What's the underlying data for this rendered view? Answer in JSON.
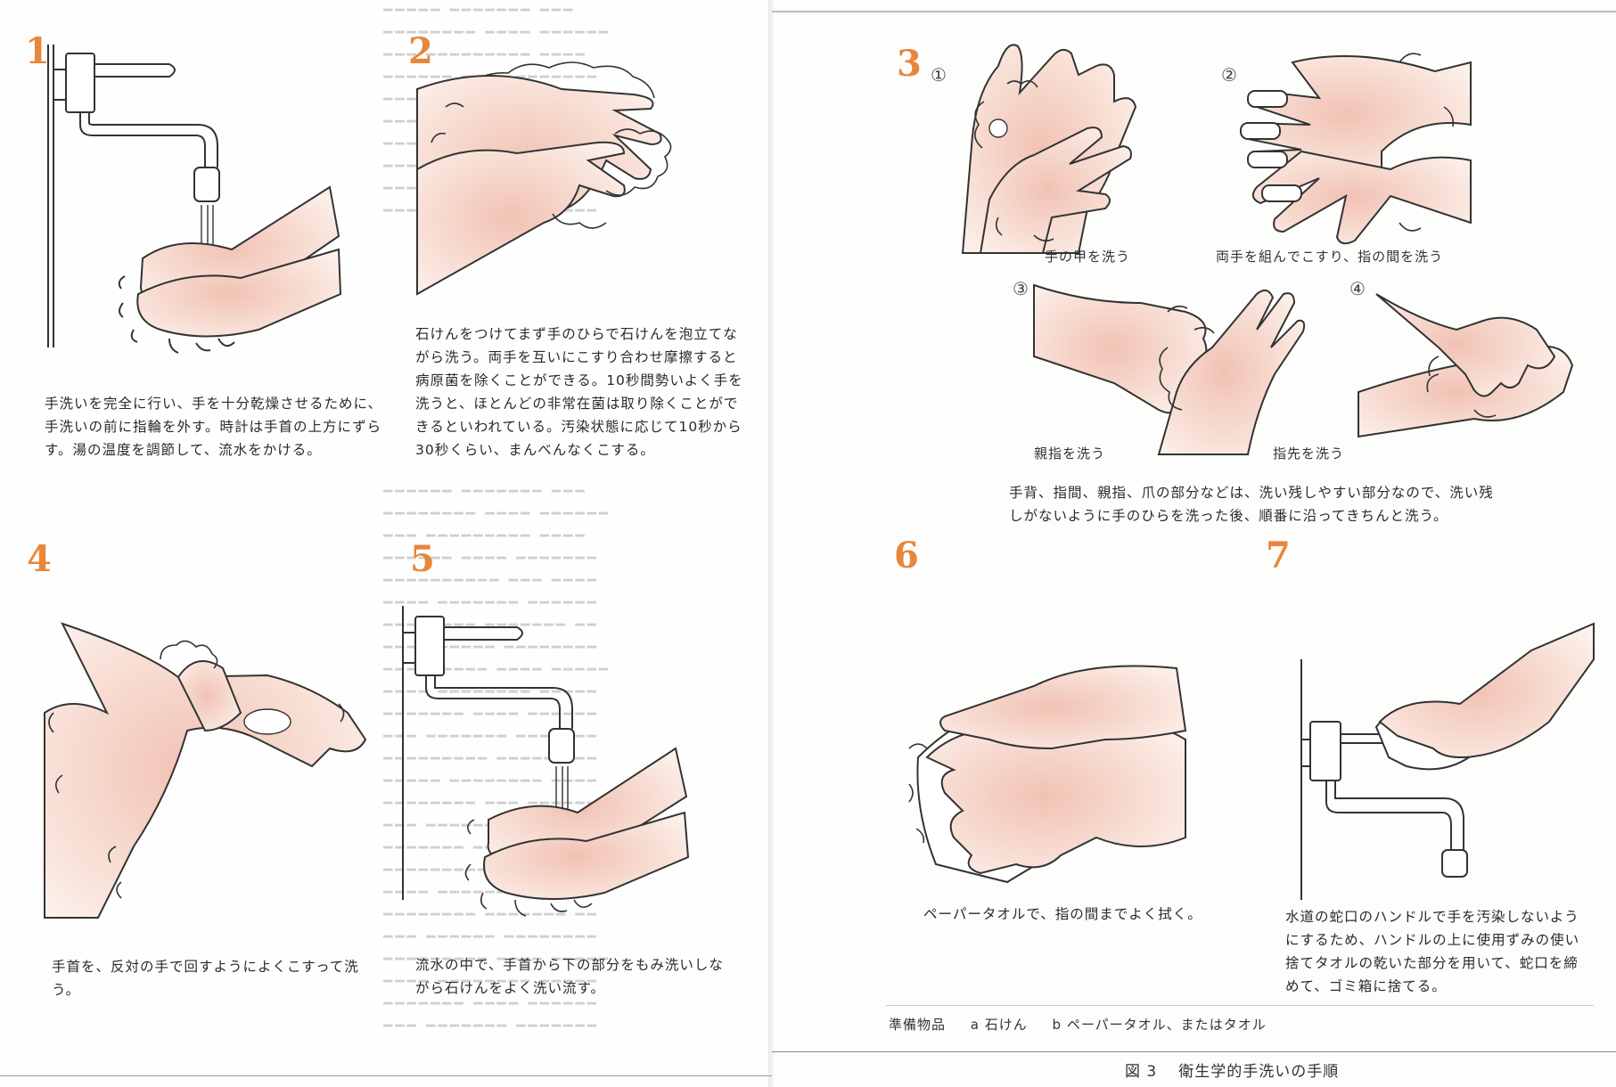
{
  "steps": [
    {
      "num": "1",
      "caption": "手洗いを完全に行い、手を十分乾燥させるために、手洗いの前に指輪を外す。時計は手首の上方にずらす。湯の温度を調節して、流水をかける。"
    },
    {
      "num": "2",
      "caption": "石けんをつけてまず手のひらで石けんを泡立てながら洗う。両手を互いにこすり合わせ摩擦すると病原菌を除くことができる。10秒間勢いよく手を洗うと、ほとんどの非常在菌は取り除くことができるといわれている。汚染状態に応じて10秒から30秒くらい、まんべんなくこする。"
    },
    {
      "num": "3",
      "substeps": [
        {
          "marker": "①",
          "label": "手の甲を洗う"
        },
        {
          "marker": "②",
          "label": "両手を組んでこすり、指の間を洗う"
        },
        {
          "marker": "③",
          "label": "親指を洗う"
        },
        {
          "marker": "④",
          "label": "指先を洗う"
        }
      ],
      "caption": "手背、指間、親指、爪の部分などは、洗い残しやすい部分なので、洗い残しがないように手のひらを洗った後、順番に沿ってきちんと洗う。"
    },
    {
      "num": "4",
      "caption": "手首を、反対の手で回すようによくこすって洗う。"
    },
    {
      "num": "5",
      "caption": "流水の中で、手首から下の部分をもみ洗いしながら石けんをよく洗い流す。"
    },
    {
      "num": "6",
      "caption": "ペーパータオルで、指の間までよく拭く。"
    },
    {
      "num": "7",
      "caption": "水道の蛇口のハンドルで手を汚染しないようにするため、ハンドルの上に使用ずみの使い捨てタオルの乾いた部分を用いて、蛇口を締めて、ゴミ箱に捨てる。"
    }
  ],
  "supplies": {
    "label": "準備物品",
    "items": [
      "a 石けん",
      "b ペーパータオル、またはタオル"
    ]
  },
  "figure": {
    "label": "図 3",
    "title": "衛生学的手洗いの手順"
  },
  "colors": {
    "step_number": "#e8863a",
    "skin_light": "#fdf3ee",
    "skin_deep": "#f3c9bd",
    "line": "#333333"
  }
}
